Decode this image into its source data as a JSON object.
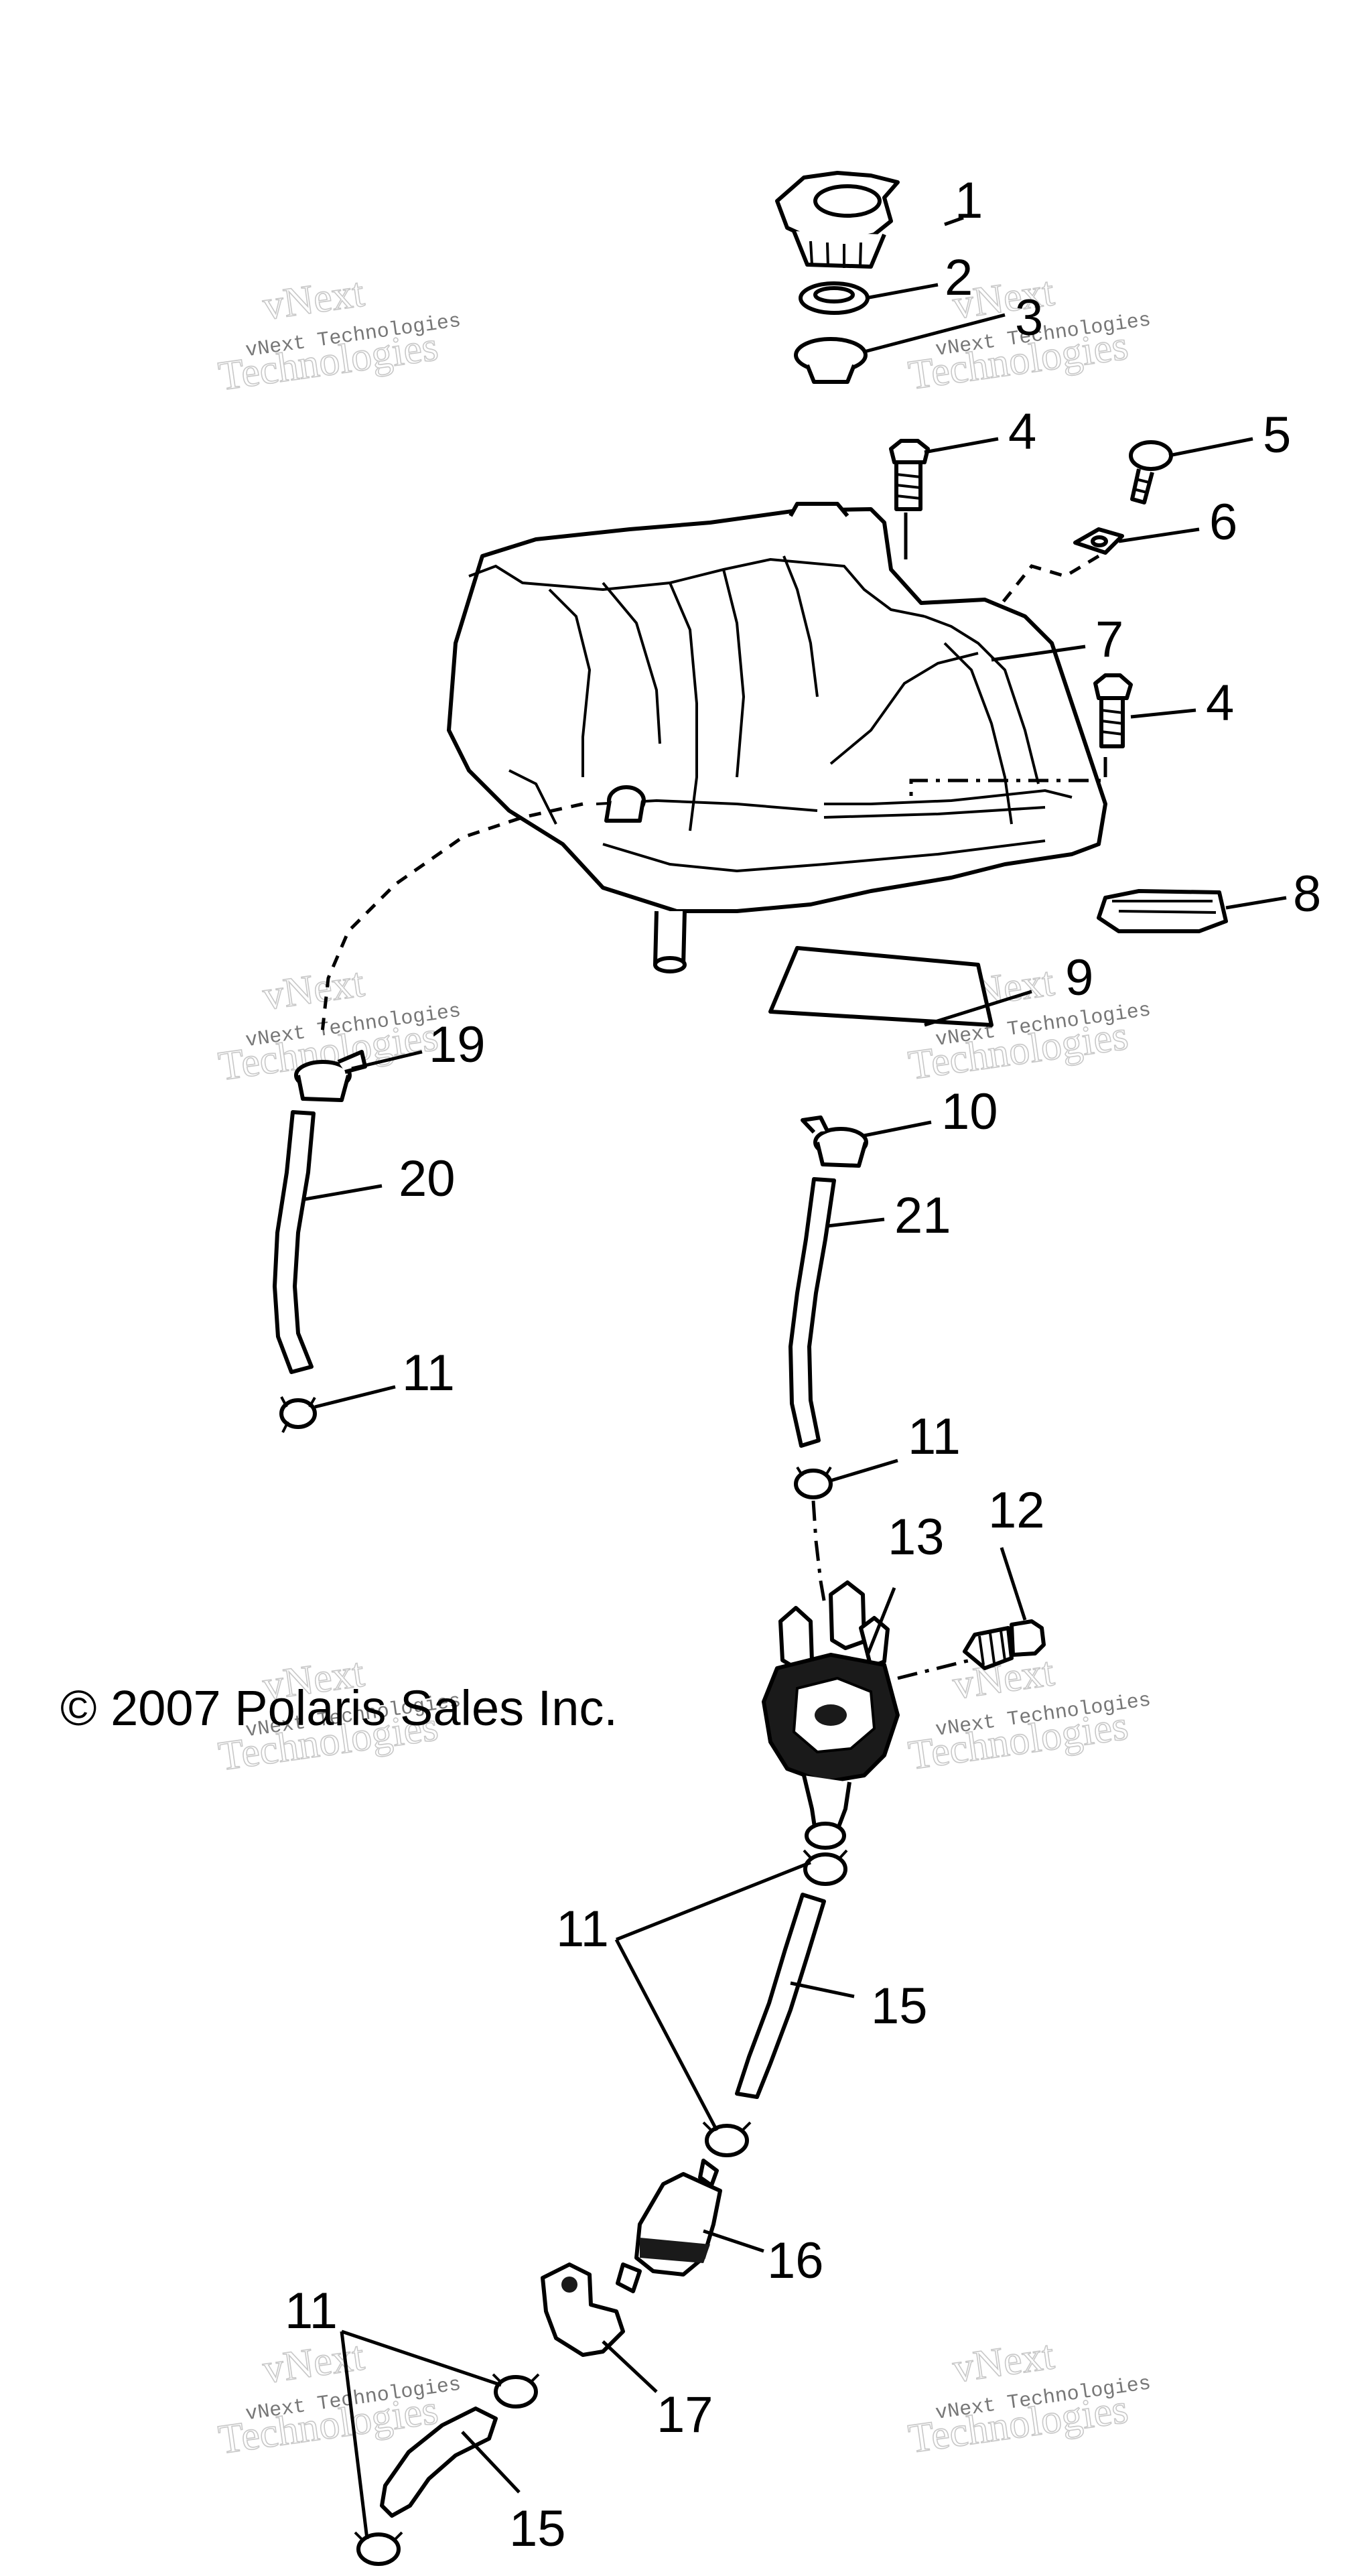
{
  "callouts": {
    "c1": "1",
    "c2": "2",
    "c3": "3",
    "c4a": "4",
    "c5": "5",
    "c6": "6",
    "c7": "7",
    "c4b": "4",
    "c8": "8",
    "c9": "9",
    "c19": "19",
    "c10": "10",
    "c20": "20",
    "c21": "21",
    "c11a": "11",
    "c11b": "11",
    "c12": "12",
    "c13": "13",
    "c11c": "11",
    "c15a": "15",
    "c16": "16",
    "c11d": "11",
    "c17": "17",
    "c15b": "15"
  },
  "copyright": "© 2007 Polaris Sales Inc.",
  "watermark": {
    "line1": "vNext Technologies",
    "outline_top": "vNext",
    "outline_bottom": "Technologies"
  }
}
